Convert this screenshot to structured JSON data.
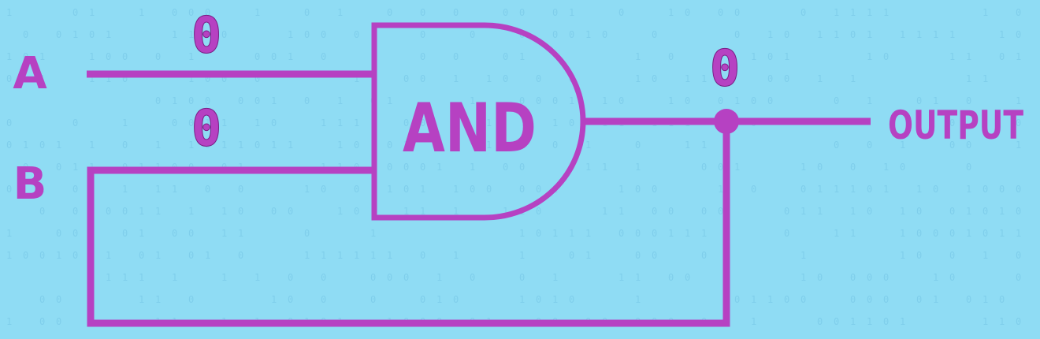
{
  "diagram": {
    "gate_label": "AND",
    "inputs": {
      "a_label": "A",
      "b_label": "B"
    },
    "output_label": "OUTPUT",
    "bits": {
      "input_a": "0",
      "input_b": "0",
      "output": "0"
    }
  },
  "colors": {
    "background": "#8fdcf4",
    "wire": "#b641c2",
    "background_digits": "#73c4e4"
  }
}
